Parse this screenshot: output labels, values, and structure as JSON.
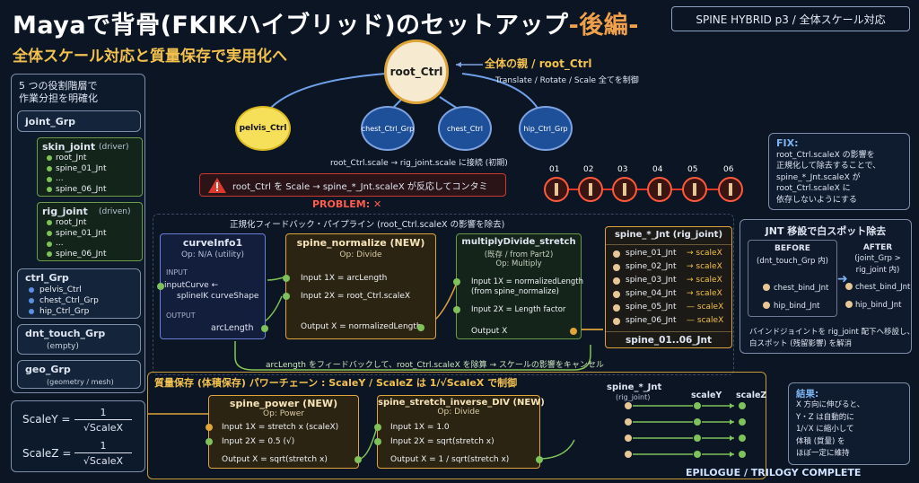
{
  "header": {
    "title_main": "Mayaで背骨(FKIKハイブリッド)のセットアップ",
    "title_accent": "-後編-",
    "subtitle": "全体スケール対応と質量保存で実用化へ",
    "badge": "SPINE HYBRID p3 / 全体スケール対応"
  },
  "hierarchy": {
    "heading_line1": "5 つの役割階層で",
    "heading_line2": "作業分担を明確化",
    "joint_grp": "joint_Grp",
    "skin_joint": {
      "name": "skin_joint",
      "tag": "(driver)",
      "items": [
        "root_Jnt",
        "spine_01_Jnt",
        "...",
        "spine_06_Jnt"
      ]
    },
    "rig_joint": {
      "name": "rig_joint",
      "tag": "(driven)",
      "items": [
        "root_Jnt",
        "spine_01_Jnt",
        "...",
        "spine_06_Jnt"
      ]
    },
    "ctrl_grp": {
      "name": "ctrl_Grp",
      "items": [
        "pelvis_Ctrl",
        "chest_Ctrl_Grp",
        "hip_Ctrl_Grp"
      ]
    },
    "dnt_touch": {
      "name": "dnt_touch_Grp",
      "note": "(empty)"
    },
    "geo_grp": {
      "name": "geo_Grp",
      "note": "(geometry / mesh)"
    }
  },
  "ctrl_tree": {
    "root": "root_Ctrl",
    "children": [
      "pelvis_Ctrl",
      "chest_Ctrl_Grp",
      "chest_Ctrl",
      "hip_Ctrl_Grp"
    ],
    "label_title": "全体の親 / root_Ctrl",
    "label_sub": "Translate / Rotate / Scale 全てを制御",
    "connection_note": "root_Ctrl.scale → rig_joint.scale に接続 (初期)"
  },
  "problem": {
    "message": "root_Ctrl を Scale → spine_*_Jnt.scaleX が反応してコンタミ",
    "label": "PROBLEM: ✕",
    "joint_numbers": [
      "01",
      "02",
      "03",
      "04",
      "05",
      "06"
    ]
  },
  "fix": {
    "title": "FIX:",
    "lines": [
      "root_Ctrl.scaleX の影響を",
      "正規化して除去することで、",
      "spine_*_Jnt.scaleX が",
      "root_Ctrl.scaleX に",
      "依存しないようにする"
    ]
  },
  "pipeline": {
    "title": "正規化フィードバック・パイプライン (root_Ctrl.scaleX の影響を除去)",
    "curveinfo": {
      "name": "curveInfo1",
      "op": "Op: N/A (utility)",
      "input_label": "INPUT",
      "input_line1": "inputCurve ←",
      "input_line2": "splineIK curveShape",
      "output_label": "OUTPUT",
      "output": "arcLength"
    },
    "normalize": {
      "name": "spine_normalize (NEW)",
      "op": "Op: Divide",
      "in1": "Input 1X = arcLength",
      "in2": "Input 2X = root_Ctrl.scaleX",
      "out": "Output X = normalizedLength"
    },
    "stretch": {
      "name": "multiplyDivide_stretch",
      "sub": "(既存 / from Part2)",
      "op": "Op: Multiply",
      "in1a": "Input 1X = normalizedLength",
      "in1b": "(from spine_normalize)",
      "in2": "Input 2X = Length factor",
      "out": "Output X"
    },
    "joints": {
      "title": "spine_*_Jnt (rig_joint)",
      "rows": [
        "spine_01_Jnt",
        "spine_02_Jnt",
        "spine_03_Jnt",
        "spine_04_Jnt",
        "spine_05_Jnt",
        "spine_06_Jnt"
      ],
      "attr": "scaleX",
      "footer": "spine_01..06_Jnt"
    },
    "feedback": "arcLength をフィードバックして、root_Ctrl.scaleX を除算 → スケールの影響をキャンセル"
  },
  "whitespot": {
    "title": "JNT 移設で白スポット除去",
    "before": "BEFORE",
    "before_sub": "(dnt_touch_Grp 内)",
    "after": "AFTER",
    "after_sub1": "(joint_Grp >",
    "after_sub2": "rig_joint 内)",
    "chest": "chest_bind_Jnt",
    "hip": "hip_bind_Jnt",
    "note1": "バインドジョイントを rig_joint 配下へ移設し、",
    "note2": "白スポット (残留影響) を解消"
  },
  "formulas": {
    "scale_y_label": "ScaleY =",
    "scale_z_label": "ScaleZ =",
    "numerator": "1",
    "denominator": "√ScaleX"
  },
  "volume": {
    "title": "質量保存 (体積保存) パワーチェーン : ScaleY / ScaleZ は 1/√ScaleX で制御",
    "power": {
      "name": "spine_power (NEW)",
      "op": "Op: Power",
      "in1": "Input 1X = stretch x (scaleX)",
      "in2": "Input 2X = 0.5 (√)",
      "out": "Output X = sqrt(stretch x)"
    },
    "inverse": {
      "name": "spine_stretch_inverse_DIV (NEW)",
      "op": "Op: Divide",
      "in1": "Input 1X = 1.0",
      "in2": "Input 2X = sqrt(stretch x)",
      "out": "Output X = 1 / sqrt(stretch x)"
    },
    "joint_title": "spine_*_Jnt",
    "joint_sub": "(rig_joint)",
    "col_y": "scaleY",
    "col_z": "scaleZ",
    "result_title": "結果:",
    "result_lines": [
      "X 方向に伸びると、",
      "Y・Z は自動的に",
      "1/√X に縮小して",
      "体積 (質量) を",
      "ほぼ一定に維持"
    ]
  },
  "footer": "EPILOGUE / TRILOGY COMPLETE",
  "colors": {
    "background": "#0b1524",
    "accent_gold": "#f2c14e",
    "accent_green": "#7fc25a",
    "accent_red": "#e0392b",
    "node_blue": "#1e4f99"
  }
}
